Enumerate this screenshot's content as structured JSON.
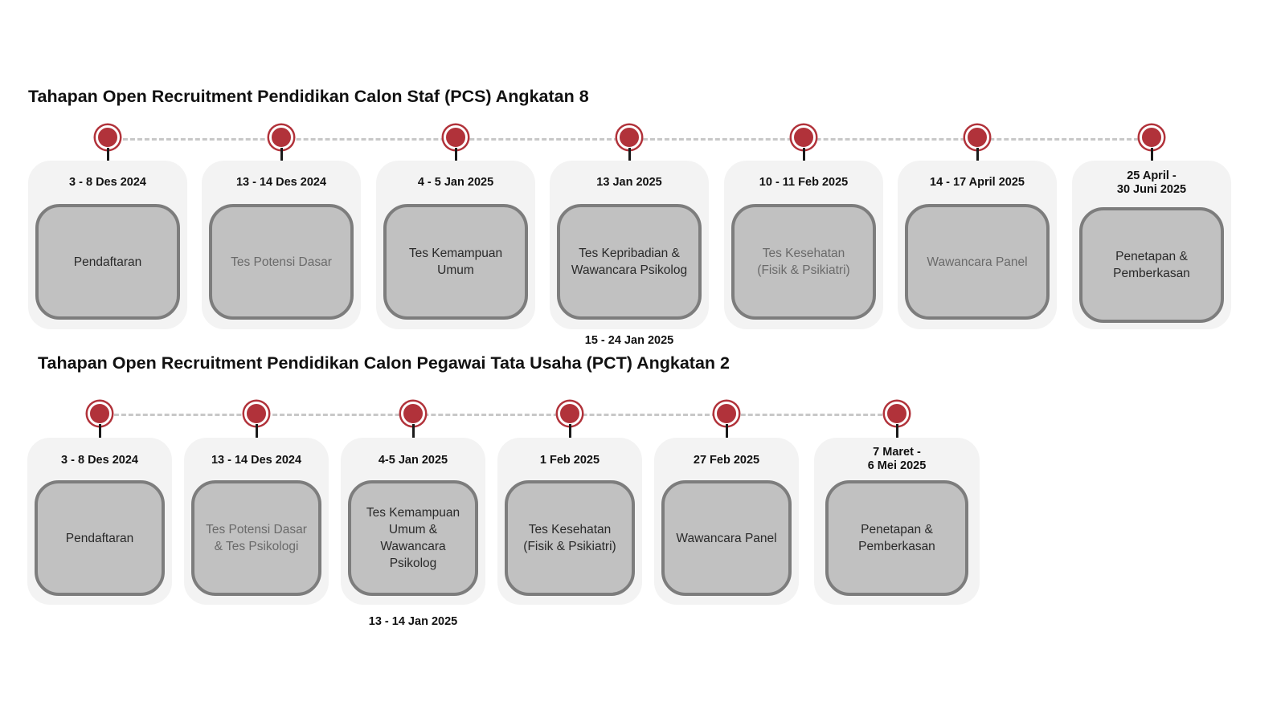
{
  "pcs": {
    "title": "Tahapan Open Recruitment Pendidikan Calon Staf (PCS) Angkatan 8",
    "stages": [
      {
        "date": "3 - 8 Des 2024",
        "label": "Pendaftaran"
      },
      {
        "date": "13 - 14 Des 2024",
        "label": "Tes Potensi Dasar"
      },
      {
        "date": "4 - 5 Jan 2025",
        "label": "Tes Kemampuan\nUmum"
      },
      {
        "date": "13 Jan 2025",
        "label": "Tes Kepribadian &\nWawancara Psikolog",
        "extra_date": "15 - 24 Jan 2025"
      },
      {
        "date": "10 - 11 Feb 2025",
        "label": "Tes Kesehatan\n(Fisik & Psikiatri)"
      },
      {
        "date": "14 - 17 April 2025",
        "label": "Wawancara Panel"
      },
      {
        "date": "25 April -\n30 Juni 2025",
        "label": "Penetapan &\nPemberkasan"
      }
    ]
  },
  "pct": {
    "title": "Tahapan Open Recruitment Pendidikan Calon Pegawai Tata Usaha (PCT) Angkatan 2",
    "stages": [
      {
        "date": "3 - 8 Des 2024",
        "label": "Pendaftaran"
      },
      {
        "date": "13 - 14 Des 2024",
        "label": "Tes Potensi Dasar\n& Tes Psikologi"
      },
      {
        "date": "4-5 Jan 2025",
        "label": "Tes Kemampuan\nUmum &\nWawancara\nPsikolog",
        "extra_date": "13 - 14 Jan 2025"
      },
      {
        "date": "1 Feb 2025",
        "label": "Tes Kesehatan\n(Fisik & Psikiatri)"
      },
      {
        "date": "27 Feb 2025",
        "label": "Wawancara Panel"
      },
      {
        "date": "7 Maret -\n6 Mei 2025",
        "label": "Penetapan &\nPemberkasan"
      }
    ]
  },
  "colors": {
    "pin": "#b1323a",
    "panel": "#f3f3f3",
    "box_fill": "#c1c1c1",
    "box_border": "#7d7d7d",
    "track": "#c8c8c8"
  }
}
